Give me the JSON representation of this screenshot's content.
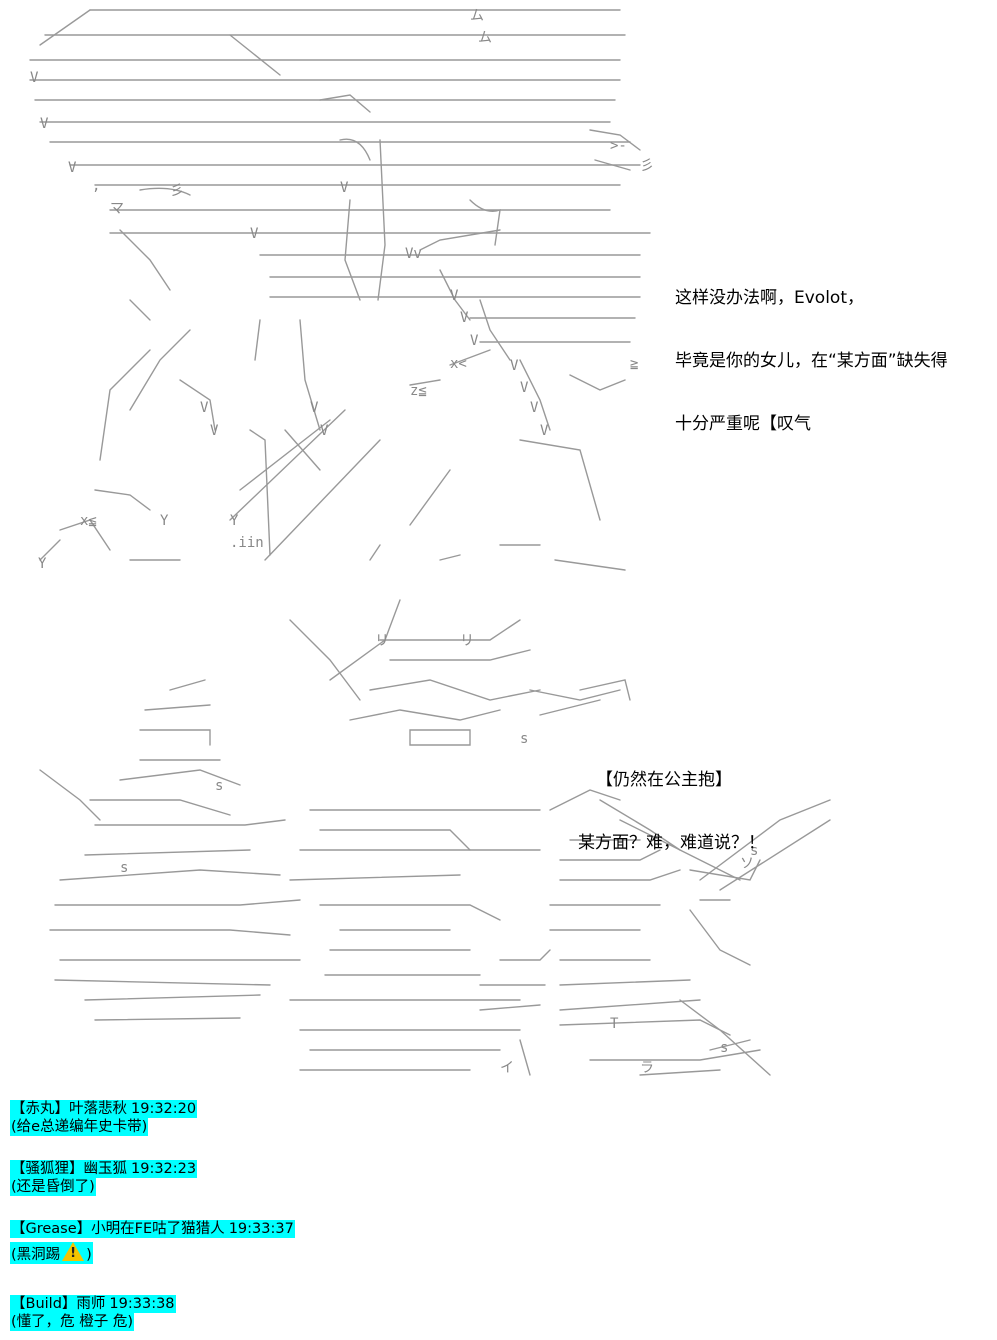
{
  "dialog_top": {
    "lines": [
      "这样没办法啊，Evolot，",
      "毕竟是你的女儿，在“某方面”缺失得",
      "十分严重呢【叹气"
    ]
  },
  "dialog_bottom": {
    "lines": [
      "【仍然在公主抱】",
      "某方面？难，难道说？！"
    ]
  },
  "chat": [
    {
      "tag": "【赤丸】",
      "user": "叶落悲秋",
      "time": "19:32:20",
      "message": "(给e总递编年史卡带)"
    },
    {
      "tag": "【骚狐狸】",
      "user": "幽玉狐",
      "time": "19:32:23",
      "message": "(还是昏倒了)"
    },
    {
      "tag": "【Grease】",
      "user": "小明在FE咕了猫猎人",
      "time": "19:33:37",
      "message_pre": "(黑洞踢",
      "message_post": ")",
      "icon": "warning-icon"
    },
    {
      "tag": "【Build】",
      "user": "雨师",
      "time": "19:33:38",
      "message": "(懂了，危 橙子 危)"
    }
  ],
  "colors": {
    "highlight": "#00ffff",
    "warning": "#f5c400"
  }
}
